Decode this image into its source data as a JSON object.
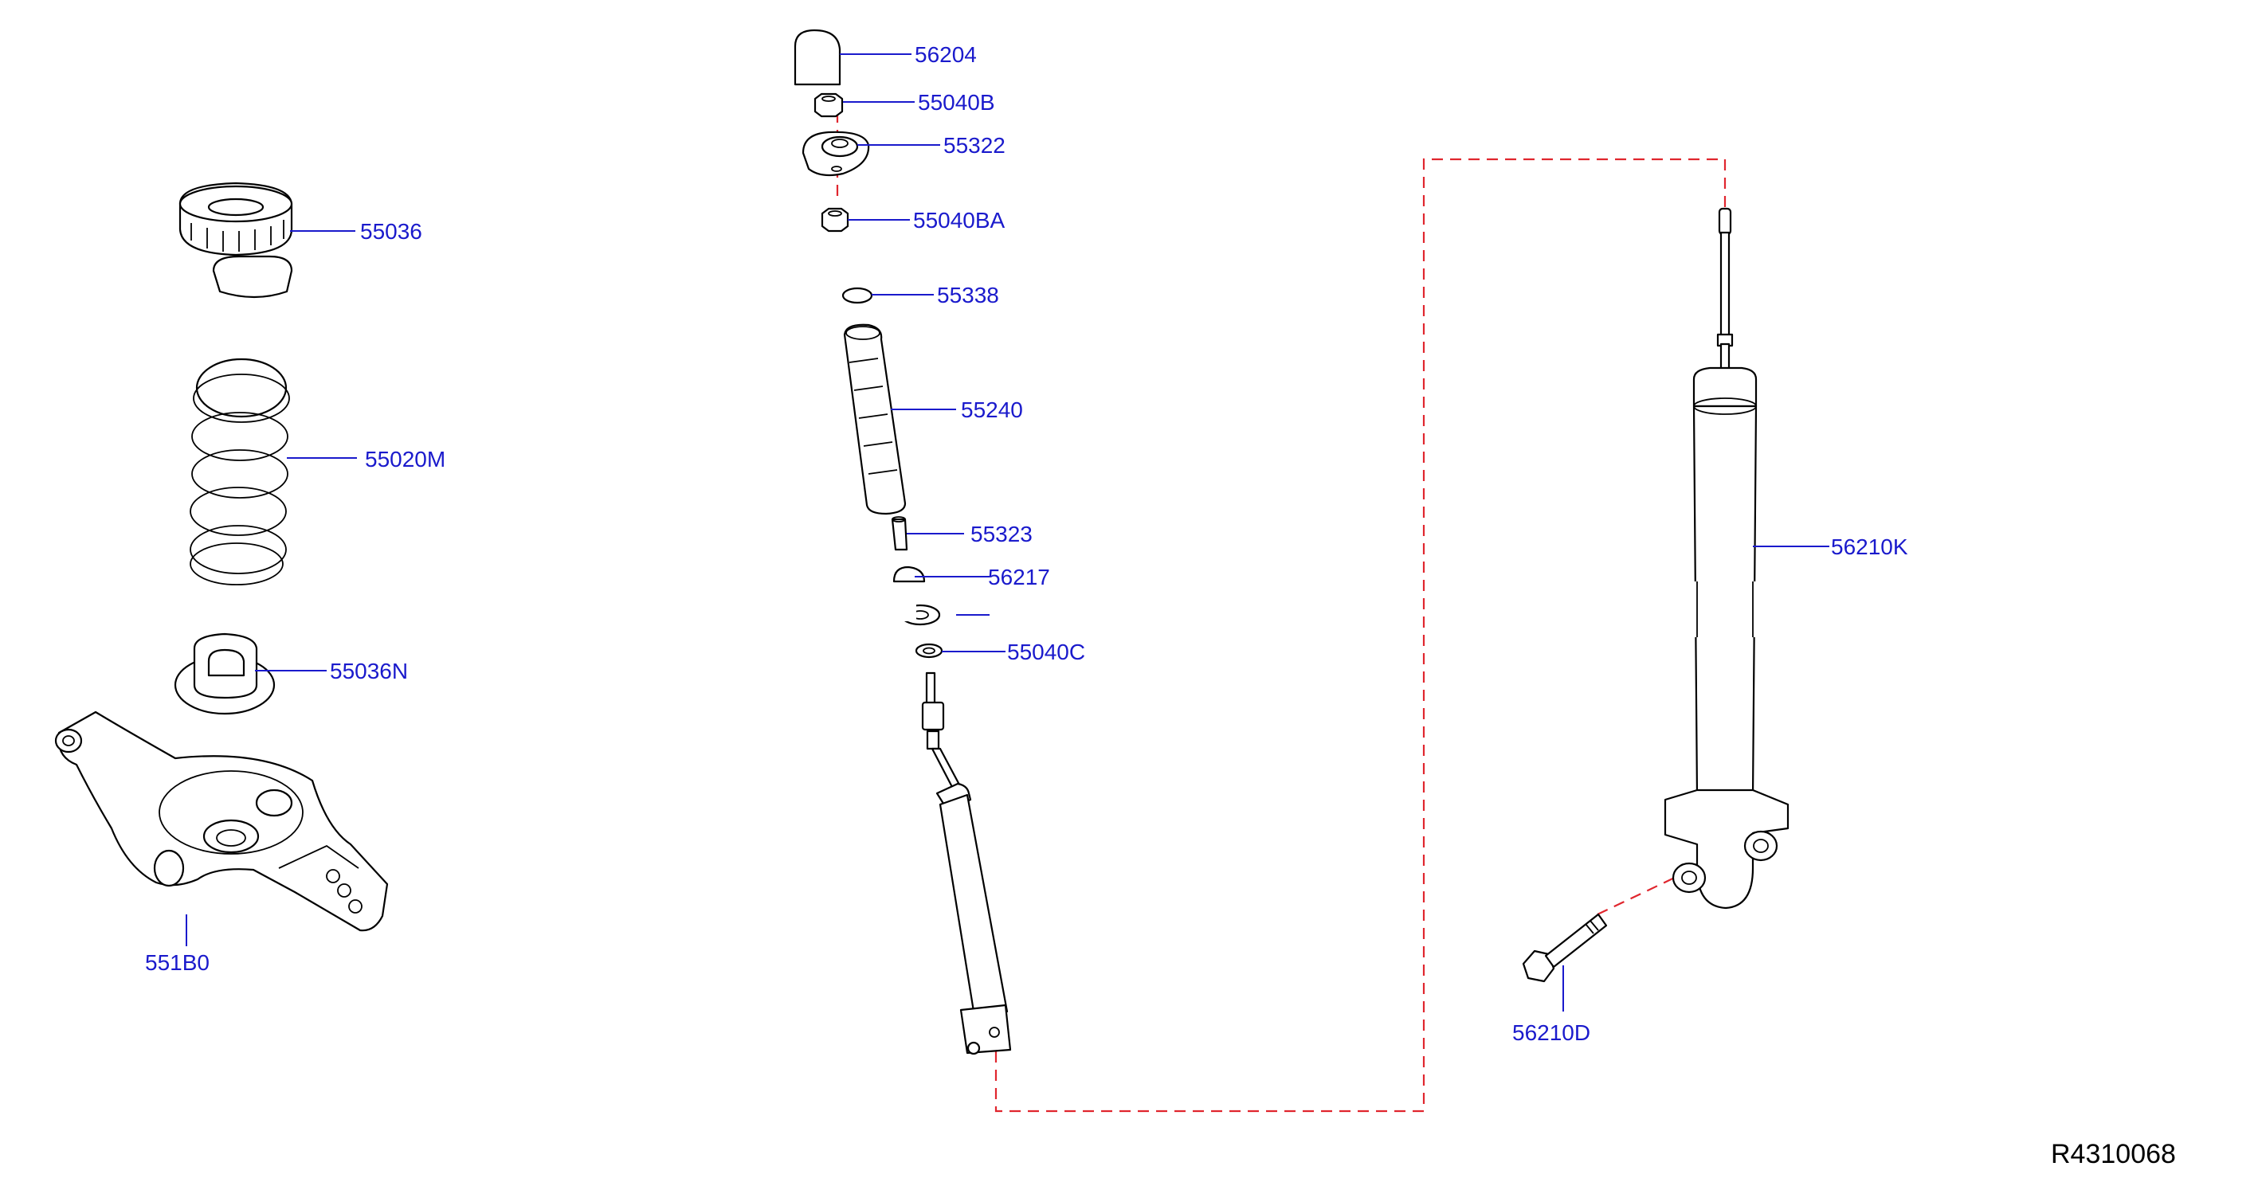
{
  "labels": {
    "p56204": "56204",
    "p55040B": "55040B",
    "p55322": "55322",
    "p55040BA": "55040BA",
    "p55338": "55338",
    "p55240": "55240",
    "p55323": "55323",
    "p56217": "56217",
    "p55040C": "55040C",
    "p55036": "55036",
    "p55020M": "55020M",
    "p55036N": "55036N",
    "p551B0": "551B0",
    "p56210K": "56210K",
    "p56210D": "56210D"
  },
  "diagram_code": "R4310068",
  "colors": {
    "label": "#1a1acc",
    "phantom_line": "#e0262e",
    "outline": "#000000"
  }
}
